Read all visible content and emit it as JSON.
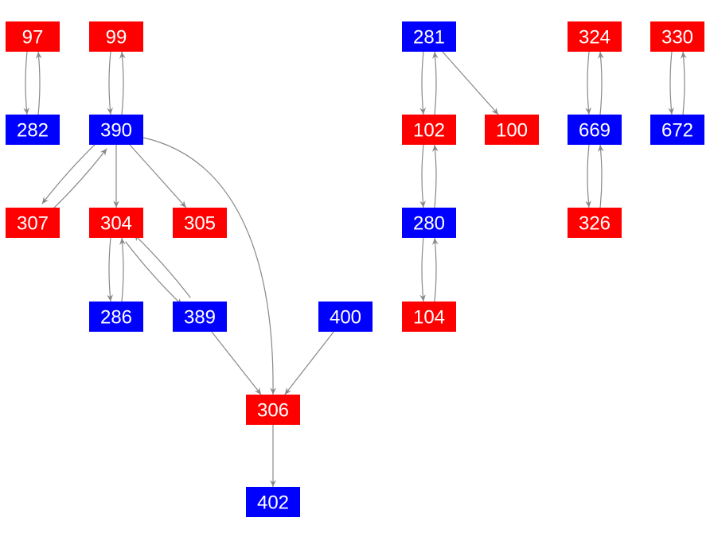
{
  "colors": {
    "red": "#ff0000",
    "blue": "#0000ff",
    "edge": "#888888",
    "label": "#ffffff",
    "background": "#ffffff"
  },
  "nodes": [
    {
      "id": "97",
      "label": "97",
      "color": "red"
    },
    {
      "id": "99",
      "label": "99",
      "color": "red"
    },
    {
      "id": "281",
      "label": "281",
      "color": "blue"
    },
    {
      "id": "324",
      "label": "324",
      "color": "red"
    },
    {
      "id": "330",
      "label": "330",
      "color": "red"
    },
    {
      "id": "282",
      "label": "282",
      "color": "blue"
    },
    {
      "id": "390",
      "label": "390",
      "color": "blue"
    },
    {
      "id": "102",
      "label": "102",
      "color": "red"
    },
    {
      "id": "100",
      "label": "100",
      "color": "red"
    },
    {
      "id": "669",
      "label": "669",
      "color": "blue"
    },
    {
      "id": "672",
      "label": "672",
      "color": "blue"
    },
    {
      "id": "307",
      "label": "307",
      "color": "red"
    },
    {
      "id": "304",
      "label": "304",
      "color": "red"
    },
    {
      "id": "305",
      "label": "305",
      "color": "red"
    },
    {
      "id": "280",
      "label": "280",
      "color": "blue"
    },
    {
      "id": "326",
      "label": "326",
      "color": "red"
    },
    {
      "id": "286",
      "label": "286",
      "color": "blue"
    },
    {
      "id": "389",
      "label": "389",
      "color": "blue"
    },
    {
      "id": "400",
      "label": "400",
      "color": "blue"
    },
    {
      "id": "104",
      "label": "104",
      "color": "red"
    },
    {
      "id": "306",
      "label": "306",
      "color": "red"
    },
    {
      "id": "402",
      "label": "402",
      "color": "blue"
    }
  ],
  "edges": [
    {
      "from": "97",
      "to": "282"
    },
    {
      "from": "282",
      "to": "97"
    },
    {
      "from": "99",
      "to": "390"
    },
    {
      "from": "390",
      "to": "99"
    },
    {
      "from": "390",
      "to": "307"
    },
    {
      "from": "307",
      "to": "390"
    },
    {
      "from": "390",
      "to": "304"
    },
    {
      "from": "390",
      "to": "305"
    },
    {
      "from": "390",
      "to": "306"
    },
    {
      "from": "304",
      "to": "286"
    },
    {
      "from": "286",
      "to": "304"
    },
    {
      "from": "304",
      "to": "389"
    },
    {
      "from": "389",
      "to": "304"
    },
    {
      "from": "389",
      "to": "306"
    },
    {
      "from": "400",
      "to": "306"
    },
    {
      "from": "306",
      "to": "402"
    },
    {
      "from": "281",
      "to": "102"
    },
    {
      "from": "102",
      "to": "281"
    },
    {
      "from": "281",
      "to": "100"
    },
    {
      "from": "102",
      "to": "280"
    },
    {
      "from": "280",
      "to": "102"
    },
    {
      "from": "280",
      "to": "104"
    },
    {
      "from": "104",
      "to": "280"
    },
    {
      "from": "324",
      "to": "669"
    },
    {
      "from": "669",
      "to": "324"
    },
    {
      "from": "669",
      "to": "326"
    },
    {
      "from": "326",
      "to": "669"
    },
    {
      "from": "330",
      "to": "672"
    },
    {
      "from": "672",
      "to": "330"
    }
  ]
}
